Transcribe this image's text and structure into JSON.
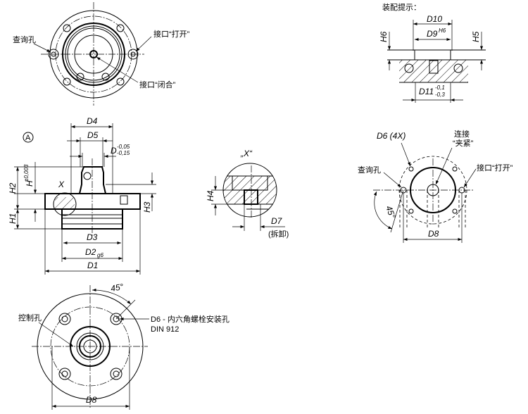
{
  "top_view": {
    "check_hole": "查询孔",
    "port_open": "接口“打开”",
    "port_close": "接口“闭合”"
  },
  "assembly": {
    "title": "装配提示：",
    "d10": "D10",
    "d9": "D9",
    "d9_tol": "H6",
    "h6": "H6",
    "h5": "H5",
    "d11": "D11",
    "d11_tol_upper": "-0,1",
    "d11_tol_lower": "-0,3"
  },
  "side_view": {
    "marker": "A",
    "d4": "D4",
    "d5": "D5",
    "d": "D",
    "d_tol_upper": "-0,05",
    "d_tol_lower": "-0,15",
    "h": "H",
    "h_tol": "±0,003",
    "h2": "H2",
    "h1": "H1",
    "h3": "H3",
    "x": "X",
    "d3": "D3",
    "d2": "D2",
    "d2_tol": "g6",
    "d1": "D1"
  },
  "detail_x": {
    "title": "„X“",
    "h4": "H4",
    "d7": "D7",
    "d7_note": "(拆卸)"
  },
  "mount_view": {
    "d6": "D6 (4X)",
    "connect_line1": "连接",
    "connect_line2": "“夹紧”",
    "check_hole": "查询孔",
    "port_open": "接口“打开”",
    "angle": "45°",
    "d8": "D8"
  },
  "bottom_view": {
    "angle": "45°",
    "control_hole": "控制孔",
    "d6_note": "D6 - 内六角螺栓安装孔",
    "din": "DIN 912",
    "d8": "D8"
  }
}
